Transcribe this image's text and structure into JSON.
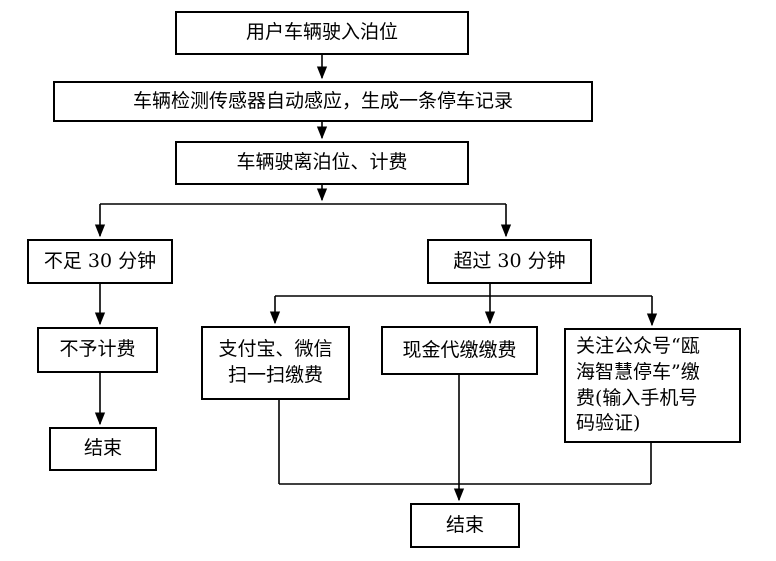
{
  "flowchart": {
    "step1": "用户车辆驶入泊位",
    "step2": "车辆检测传感器自动感应，生成一条停车记录",
    "step3": "车辆驶离泊位、计费",
    "branch_under": "不足 30 分钟",
    "branch_over": "超过 30 分钟",
    "no_charge": "不予计费",
    "end_left": "结束",
    "pay_alipay_wechat": "支付宝、微信\n扫一扫缴费",
    "pay_cash": "现金代缴缴费",
    "pay_official_account": "关注公众号“瓯\n海智慧停车”缴\n费(输入手机号\n码验证)",
    "end_bottom": "结束"
  }
}
